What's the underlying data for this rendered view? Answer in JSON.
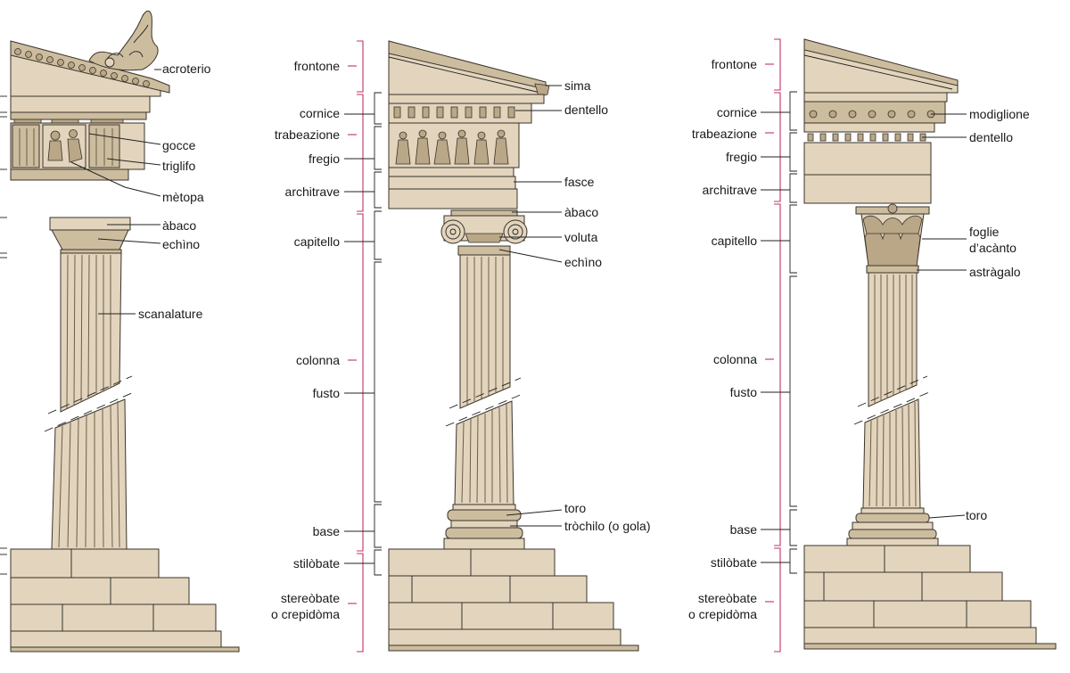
{
  "doric": {
    "labels": {
      "acroterio": "acroterio",
      "gocce": "gocce",
      "triglifo": "triglifo",
      "metopa": "mètopa",
      "abaco": "àbaco",
      "echino": "echìno",
      "scanalature": "scanalature"
    }
  },
  "ionic": {
    "left": {
      "frontone": "frontone",
      "cornice": "cornice",
      "trabeazione": "trabeazione",
      "fregio": "fregio",
      "architrave": "architrave",
      "capitello": "capitello",
      "colonna": "colonna",
      "fusto": "fusto",
      "base": "base",
      "stilobate": "stilòbate",
      "stereobate_1": "stereòbate",
      "stereobate_2": "o crepidòma"
    },
    "right": {
      "sima": "sima",
      "dentello": "dentello",
      "fasce": "fasce",
      "abaco": "àbaco",
      "voluta": "voluta",
      "echino": "echìno",
      "toro": "toro",
      "trochilo": "tròchilo (o gola)"
    }
  },
  "corinthian": {
    "left": {
      "frontone": "frontone",
      "cornice": "cornice",
      "trabeazione": "trabeazione",
      "fregio": "fregio",
      "architrave": "architrave",
      "capitello": "capitello",
      "colonna": "colonna",
      "fusto": "fusto",
      "base": "base",
      "stilobate": "stilòbate",
      "stereobate_1": "stereòbate",
      "stereobate_2": "o crepidòma"
    },
    "right": {
      "modiglione": "modiglione",
      "dentello": "dentello",
      "foglie_1": "foglie",
      "foglie_2": "d’acànto",
      "astragalo": "astràgalo",
      "toro": "toro"
    }
  },
  "colors": {
    "stone": "#e3d5bd",
    "stone_dark": "#cdbd9f",
    "outline": "#3a332a",
    "bracket": "#c0306a",
    "text": "#1a1a1a",
    "background": "#ffffff"
  }
}
